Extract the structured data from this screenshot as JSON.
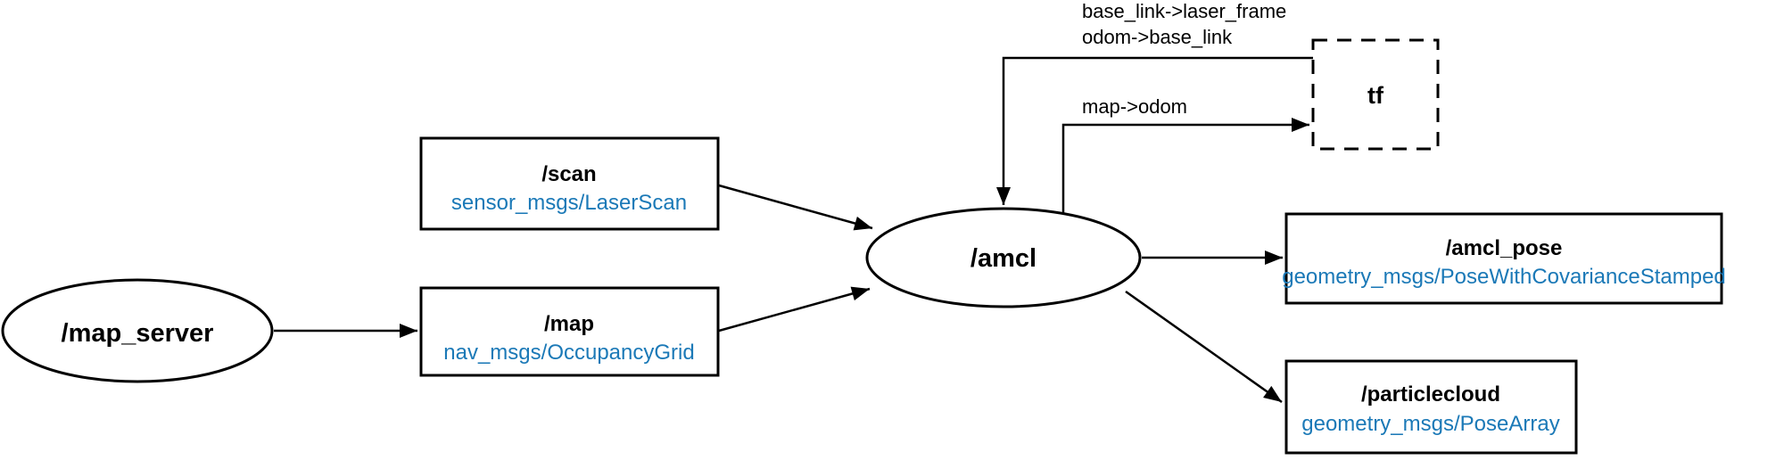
{
  "diagram": {
    "colors": {
      "background": "#ffffff",
      "stroke": "#000000",
      "node_label": "#000000",
      "msg_type": "#1b79b7"
    },
    "nodes": {
      "map_server": {
        "label": "/map_server",
        "shape": "ellipse"
      },
      "amcl": {
        "label": "/amcl",
        "shape": "ellipse"
      },
      "tf": {
        "label": "tf",
        "shape": "dashed-box"
      }
    },
    "topics": {
      "scan": {
        "name": "/scan",
        "msg_type": "sensor_msgs/LaserScan"
      },
      "map": {
        "name": "/map",
        "msg_type": "nav_msgs/OccupancyGrid"
      },
      "amcl_pose": {
        "name": "/amcl_pose",
        "msg_type": "geometry_msgs/PoseWithCovarianceStamped"
      },
      "particlecloud": {
        "name": "/particlecloud",
        "msg_type": "geometry_msgs/PoseArray"
      }
    },
    "edge_labels": {
      "tf_to_amcl_line1": "base_link->laser_frame",
      "tf_to_amcl_line2": "odom->base_link",
      "amcl_to_tf": "map->odom"
    }
  }
}
